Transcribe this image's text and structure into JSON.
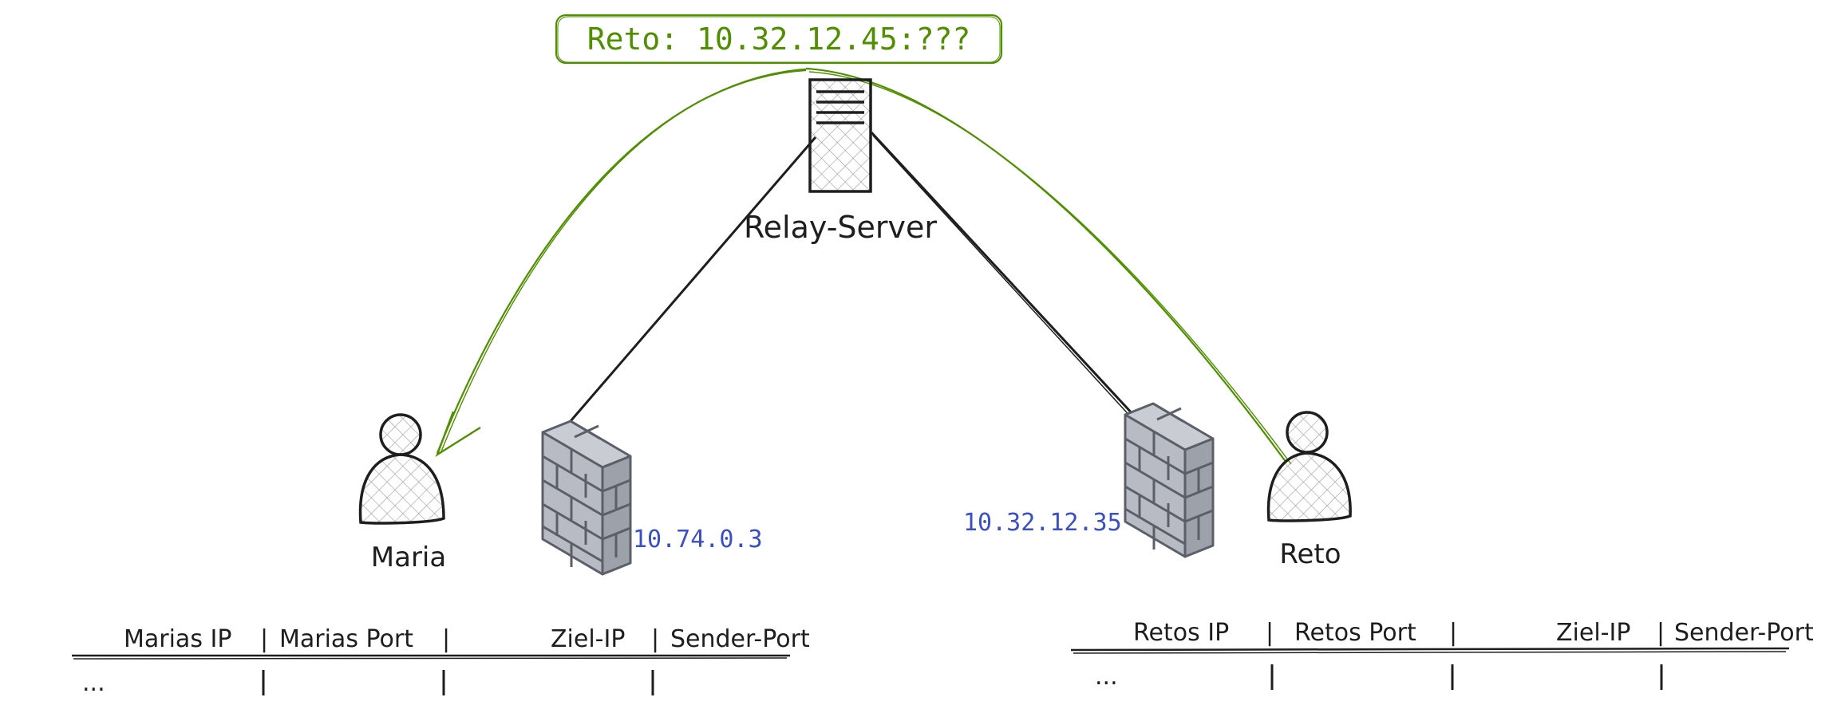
{
  "relay": {
    "label": "Relay-Server",
    "banner": "Reto: 10.32.12.45:???"
  },
  "maria": {
    "label": "Maria",
    "firewall_ip": "10.74.0.3",
    "table": {
      "headers": [
        "Marias IP",
        "Marias Port",
        "Ziel-IP",
        "Sender-Port"
      ],
      "first_cell": "..."
    }
  },
  "reto": {
    "label": "Reto",
    "firewall_ip": "10.32.12.35",
    "table": {
      "headers": [
        "Retos IP",
        "Retos Port",
        "Ziel-IP",
        "Sender-Port"
      ],
      "first_cell": "..."
    }
  },
  "colors": {
    "accent_green": "#4f8f00",
    "ip_blue": "#3b4fc4",
    "stroke": "#1e1e1e",
    "firewall_fill": "#c9ccd3",
    "firewall_stroke": "#5b6068"
  },
  "icons": [
    "server-icon",
    "firewall-icon",
    "person-icon",
    "arrow-icon"
  ]
}
